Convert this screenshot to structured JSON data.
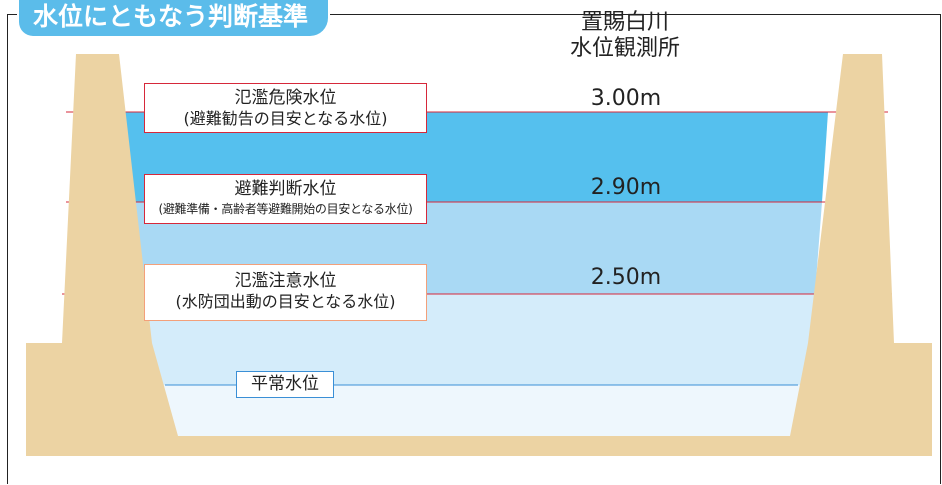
{
  "title": "水位にともなう判断基準",
  "station": {
    "line1": "置賜白川",
    "line2": "水位観測所"
  },
  "levels": [
    {
      "id": "danger",
      "label": "氾濫危険水位",
      "sublabel": "(避難勧告の目安となる水位)",
      "value": "3.00m",
      "line_color": "#d6283a",
      "box_border": "#d6283a"
    },
    {
      "id": "evacuation",
      "label": "避難判断水位",
      "sublabel": "(避難準備・高齢者等避難開始の目安となる水位)",
      "value": "2.90m",
      "line_color": "#d6283a",
      "box_border": "#d6283a"
    },
    {
      "id": "warning",
      "label": "氾濫注意水位",
      "sublabel": "(水防団出動の目安となる水位)",
      "value": "2.50m",
      "line_color": "#d6283a",
      "box_border": "#f3a07a"
    },
    {
      "id": "normal",
      "label": "平常水位",
      "line_color": "#3a8fd6",
      "box_border": "#3a8fd6"
    }
  ],
  "colors": {
    "title_bg": "#5bbcea",
    "water_top": "#55c0ee",
    "water_mid": "#a9d9f4",
    "water_low": "#d4ecfa",
    "water_bottom": "#eef7fd",
    "bank": "#ecd3a3"
  }
}
